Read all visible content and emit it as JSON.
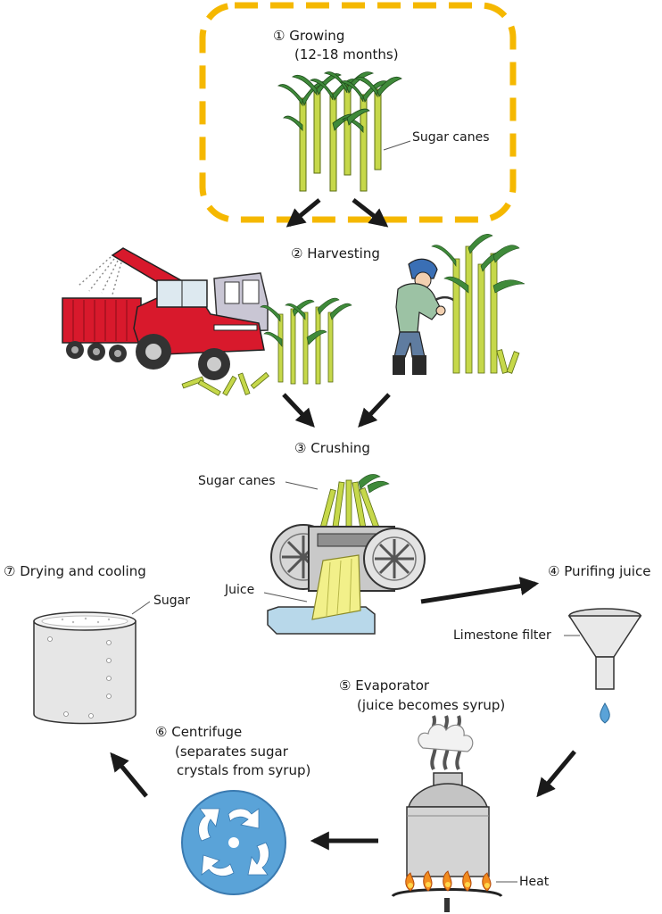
{
  "steps": [
    {
      "number": "①",
      "title": "Growing",
      "subtitle": "(12-18 months)"
    },
    {
      "number": "②",
      "title": "Harvesting"
    },
    {
      "number": "③",
      "title": "Crushing"
    },
    {
      "number": "④",
      "title": "Purifing juice"
    },
    {
      "number": "⑤",
      "title": "Evaporator",
      "subtitle": "(juice becomes syrup)"
    },
    {
      "number": "⑥",
      "title": "Centrifuge",
      "subtitle_lines": [
        "(separates sugar",
        "crystals from syrup)"
      ]
    },
    {
      "number": "⑦",
      "title": "Drying and cooling"
    }
  ],
  "callouts": {
    "growing_canes": "Sugar canes",
    "crushing_canes": "Sugar canes",
    "juice": "Juice",
    "filter": "Limestone filter",
    "heat": "Heat",
    "sugar": "Sugar"
  },
  "colors": {
    "highlight_border": "#f5b800",
    "cane_stalk": "#c6d84a",
    "cane_leaf": "#3f8a3a",
    "tractor_red": "#d8192c",
    "centrifuge_blue": "#5aa3d8",
    "flame_orange": "#f28c1e",
    "arrow": "#1a1a1a"
  }
}
